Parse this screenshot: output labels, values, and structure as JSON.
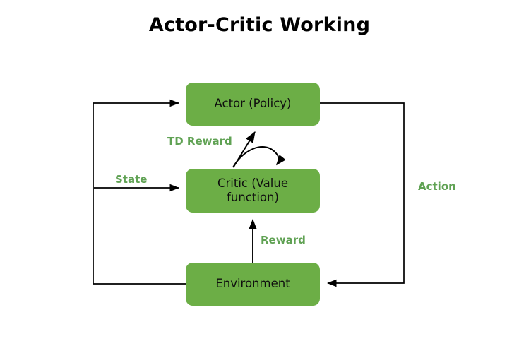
{
  "page": {
    "title": "Actor-Critic Working",
    "background_color": "#ffffff"
  },
  "theme": {
    "node_fill": "#6CAE46",
    "node_text_color": "#0f0f0f",
    "label_color": "#60A254",
    "connector_color": "#000000",
    "title_color": "#000000"
  },
  "diagram": {
    "type": "flow-diagram",
    "nodes": [
      {
        "id": "actor",
        "label": "Actor (Policy)",
        "shape": "rounded-rect",
        "fill": "#6CAE46"
      },
      {
        "id": "critic",
        "label": "Critic (Value function)",
        "shape": "rounded-rect",
        "fill": "#6CAE46"
      },
      {
        "id": "environment",
        "label": "Environment",
        "shape": "rounded-rect",
        "fill": "#6CAE46"
      }
    ],
    "edges": [
      {
        "id": "td-reward",
        "label": "TD Reward",
        "from": "critic",
        "to": "actor",
        "style": "straight-arrow"
      },
      {
        "id": "critic-self",
        "label": "",
        "from": "critic",
        "to": "critic",
        "style": "curved-arrow"
      },
      {
        "id": "state",
        "label": "State",
        "from": "environment",
        "to": "critic",
        "style": "elbow-arrow"
      },
      {
        "id": "state-to-actor",
        "label": "",
        "from": "environment",
        "to": "actor",
        "style": "elbow-arrow"
      },
      {
        "id": "reward",
        "label": "Reward",
        "from": "environment",
        "to": "critic",
        "style": "straight-arrow"
      },
      {
        "id": "action",
        "label": "Action",
        "from": "actor",
        "to": "environment",
        "style": "elbow-arrow"
      }
    ]
  }
}
